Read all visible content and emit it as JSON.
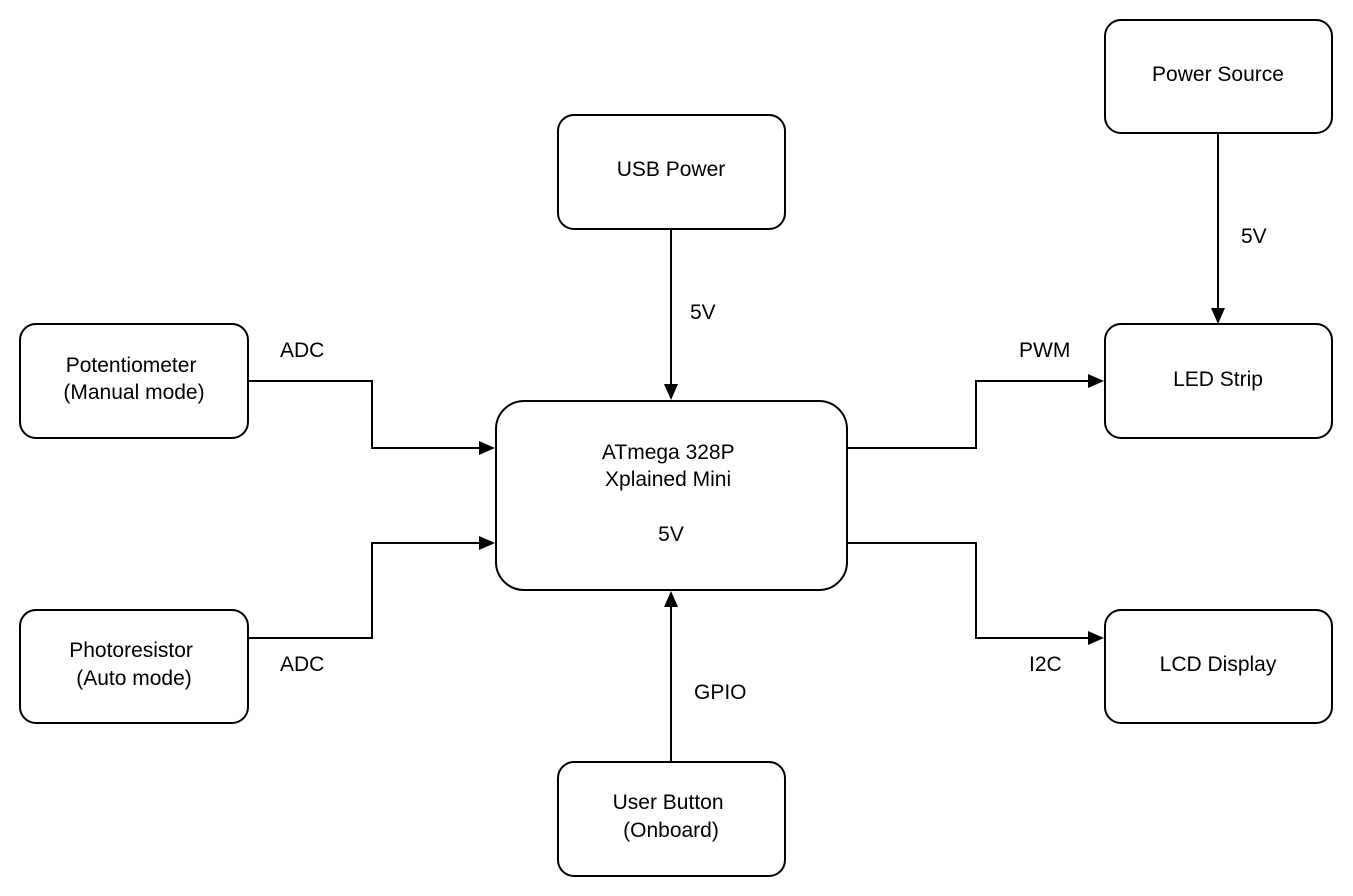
{
  "diagram": {
    "nodes": {
      "mcu": {
        "lines": [
          "ATmega 328P",
          "Xplained Mini",
          "",
          "5V"
        ]
      },
      "usb": {
        "lines": [
          "USB Power"
        ]
      },
      "pot": {
        "lines": [
          "Potentiometer",
          "(Manual mode)"
        ]
      },
      "photo": {
        "lines": [
          "Photoresistor",
          "(Auto mode)"
        ]
      },
      "button": {
        "lines": [
          "User Button",
          "(Onboard)"
        ]
      },
      "power": {
        "lines": [
          "Power Source"
        ]
      },
      "led": {
        "lines": [
          "LED Strip"
        ]
      },
      "lcd": {
        "lines": [
          "LCD Display"
        ]
      }
    },
    "edges": {
      "usb_to_mcu": {
        "from": "usb",
        "to": "mcu",
        "label": "5V"
      },
      "pot_to_mcu": {
        "from": "pot",
        "to": "mcu",
        "label": "ADC"
      },
      "photo_to_mcu": {
        "from": "photo",
        "to": "mcu",
        "label": "ADC"
      },
      "button_to_mcu": {
        "from": "button",
        "to": "mcu",
        "label": "GPIO"
      },
      "power_to_led": {
        "from": "power",
        "to": "led",
        "label": "5V"
      },
      "mcu_to_led": {
        "from": "mcu",
        "to": "led",
        "label": "PWM"
      },
      "mcu_to_lcd": {
        "from": "mcu",
        "to": "lcd",
        "label": "I2C"
      }
    }
  }
}
